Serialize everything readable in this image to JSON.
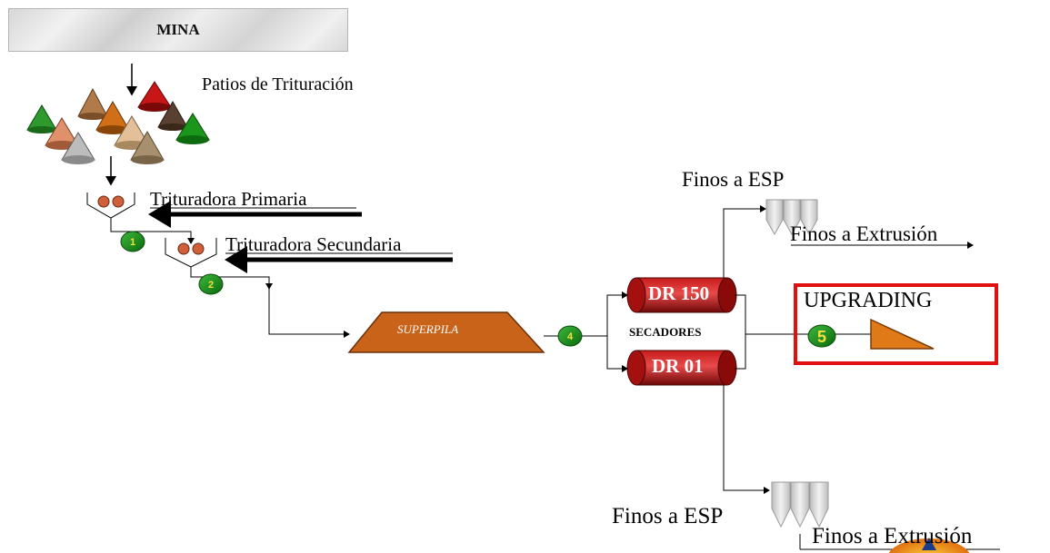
{
  "mina": {
    "label": "MINA"
  },
  "patios": {
    "label": "Patios de Trituración"
  },
  "primaria": {
    "label": "Trituradora Primaria",
    "node": "1"
  },
  "secundaria": {
    "label": "Trituradora Secundaria",
    "node": "2"
  },
  "superpila": {
    "label": "SUPERPILA",
    "node": "4"
  },
  "secadores": {
    "label": "SECADORES",
    "dr150": "DR 150",
    "dr01": "DR 01"
  },
  "finos_top": {
    "esp": "Finos  a ESP",
    "extrusion": "Finos  a Extrusión"
  },
  "finos_bottom": {
    "esp": "Finos  a ESP",
    "extrusion": "Finos  a Extrusión"
  },
  "upgrading": {
    "label": "UPGRADING",
    "node": "5"
  },
  "colors": {
    "green_node": "#1e8c1e",
    "orange": "#e0781e",
    "dark_red": "#8a0c0c",
    "highlight": "#e01010"
  }
}
